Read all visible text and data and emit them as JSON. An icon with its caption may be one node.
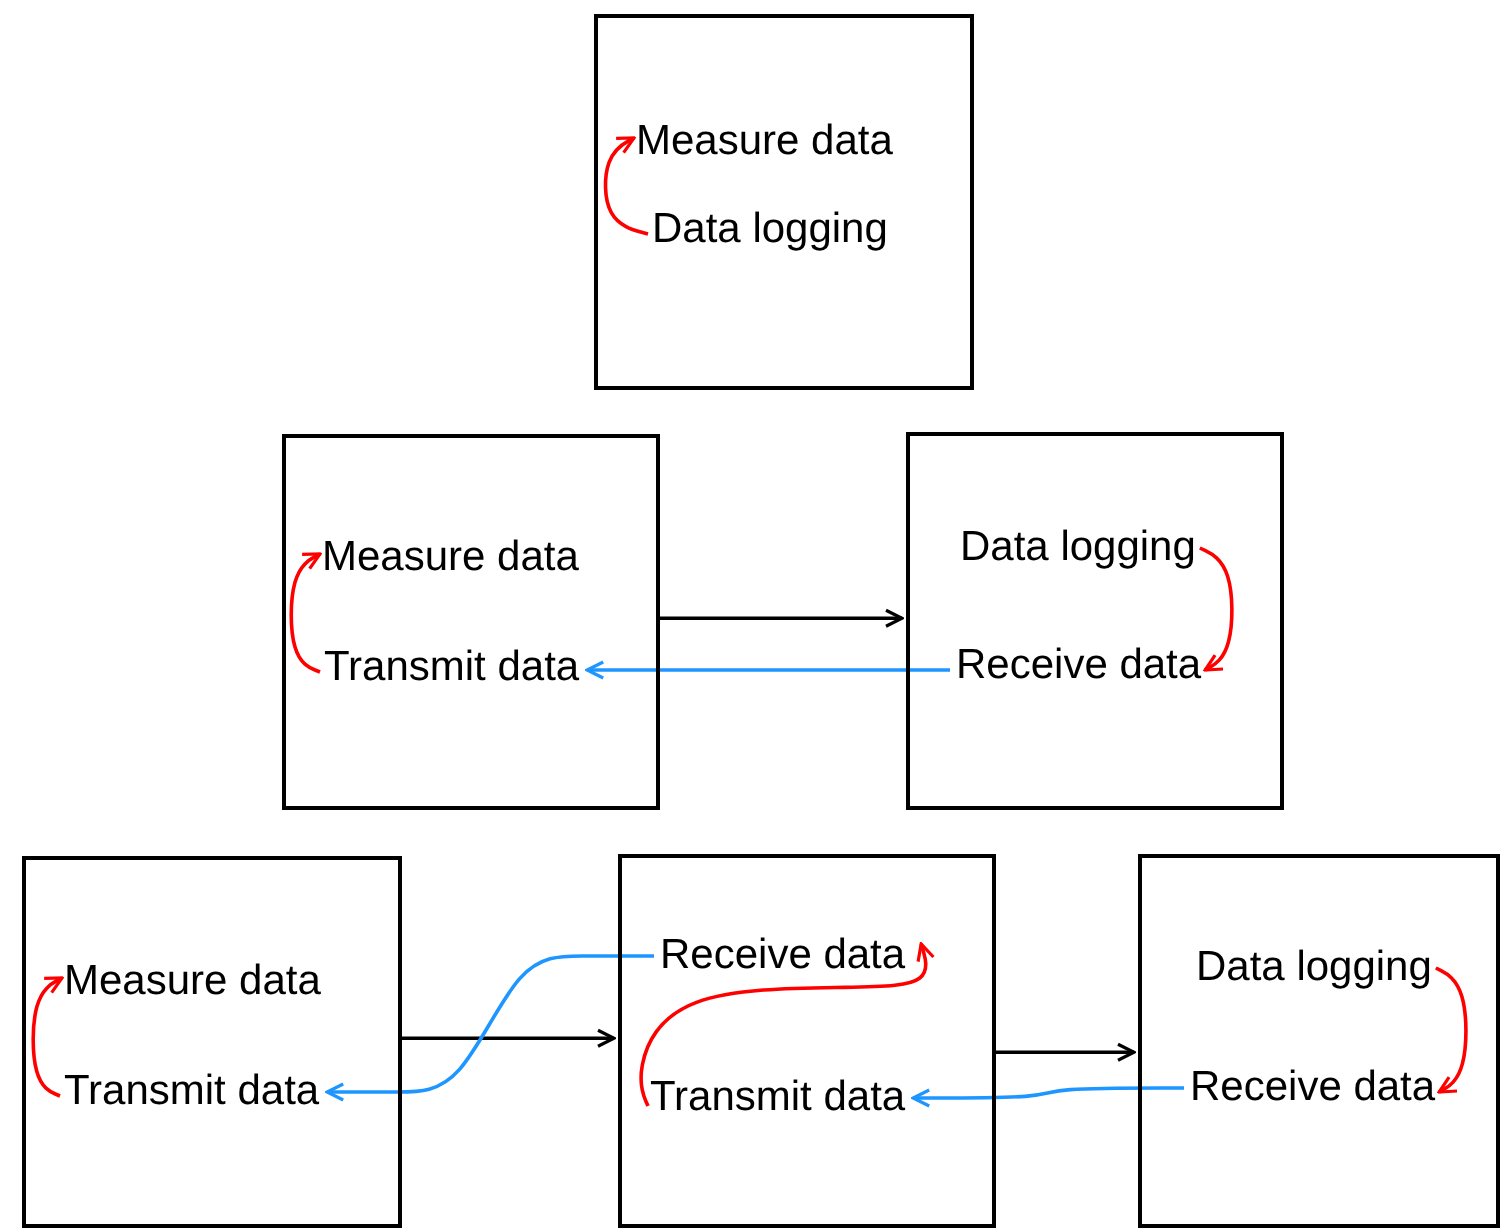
{
  "diagram": {
    "nodes": [
      {
        "text": [],
        "shape": "box"
      },
      {
        "text": [
          "Measure data"
        ],
        "in": 0
      },
      {
        "text": [
          "Data logging"
        ],
        "in": 0
      },
      {
        "text": [],
        "shape": "box"
      },
      {
        "text": [
          "Measure data"
        ],
        "in": 3
      },
      {
        "text": [
          "Transmit data"
        ],
        "in": 3
      },
      {
        "text": [],
        "shape": "box"
      },
      {
        "text": [
          "Data logging"
        ],
        "in": 6
      },
      {
        "text": [
          "Receive data"
        ],
        "in": 6
      },
      {
        "text": [],
        "shape": "box"
      },
      {
        "text": [
          "Measure data"
        ],
        "in": 9
      },
      {
        "text": [
          "Transmit data"
        ],
        "in": 9
      },
      {
        "text": [],
        "shape": "box"
      },
      {
        "text": [
          "Receive data"
        ],
        "in": 12
      },
      {
        "text": [
          "Transmit data"
        ],
        "in": 12
      },
      {
        "text": [],
        "shape": "box"
      },
      {
        "text": [
          "Data logging"
        ],
        "in": 15
      },
      {
        "text": [
          "Receive data"
        ],
        "in": 15
      }
    ],
    "edges": [
      {
        "from": 2,
        "to": 1,
        "arrow": "to",
        "color": "#ff0000"
      },
      {
        "from": 3,
        "to": 6,
        "arrow": "to",
        "color": "#000000"
      },
      {
        "from": 5,
        "to": 4,
        "arrow": "to",
        "color": "#ff0000"
      },
      {
        "from": 8,
        "to": 5,
        "arrow": "to",
        "color": "#1e96ff"
      },
      {
        "from": 7,
        "to": 8,
        "arrow": "to",
        "color": "#ff0000"
      },
      {
        "from": 9,
        "to": 12,
        "arrow": "to",
        "color": "#000000"
      },
      {
        "from": 12,
        "to": 15,
        "arrow": "to",
        "color": "#000000"
      },
      {
        "from": 11,
        "to": 10,
        "arrow": "to",
        "color": "#ff0000"
      },
      {
        "from": 13,
        "to": 11,
        "arrow": "to",
        "color": "#1e96ff"
      },
      {
        "from": 14,
        "to": 13,
        "arrow": "to",
        "color": "#ff0000"
      },
      {
        "from": 17,
        "to": 14,
        "arrow": "to",
        "color": "#1e96ff"
      },
      {
        "from": 16,
        "to": 17,
        "arrow": "to",
        "color": "#ff0000"
      }
    ]
  }
}
